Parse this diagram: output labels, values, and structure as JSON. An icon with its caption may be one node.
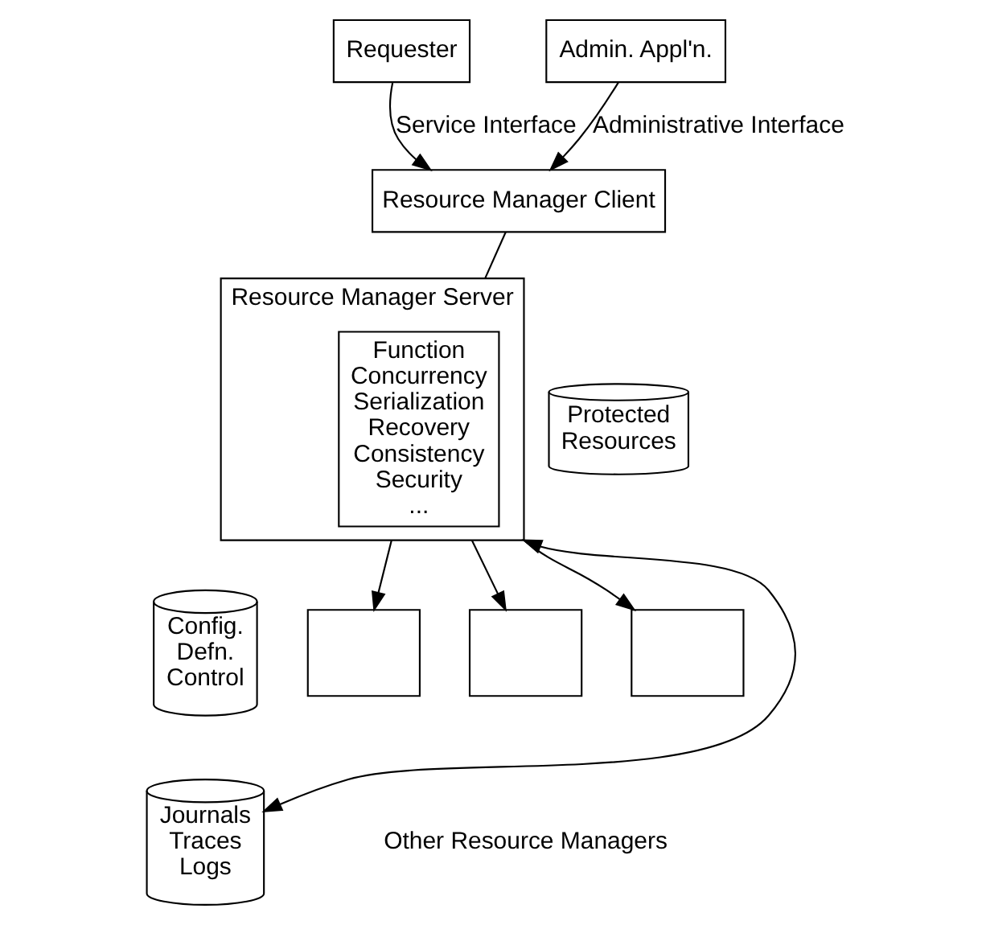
{
  "diagram": {
    "nodes": [
      {
        "text": [
          "Requester"
        ]
      },
      {
        "text": [
          "Admin. Appl'n."
        ]
      },
      {
        "text": [
          "Resource Manager Client"
        ]
      },
      {
        "text": [
          "Resource Manager Server"
        ]
      },
      {
        "text": [
          "Function Concurrency Serialization Recovery Consistency Security ..."
        ],
        "in": 3
      },
      {
        "text": [
          "Protected Resources"
        ]
      },
      {
        "text": [
          "Config. Defn. Control"
        ]
      },
      {
        "text": [
          "Journals Traces Logs"
        ]
      },
      {
        "text": [],
        "shape": "box"
      },
      {
        "text": [],
        "shape": "box"
      },
      {
        "text": [],
        "shape": "box"
      }
    ],
    "edges": [
      {
        "from": 0,
        "to": 2,
        "arrow": "to",
        "label": "Service Interface"
      },
      {
        "from": 1,
        "to": 2,
        "arrow": "to",
        "label": "Administrative Interface"
      },
      {
        "from": 2,
        "to": 3,
        "arrow": "none"
      },
      {
        "from": 7,
        "to": 3,
        "arrow": "both"
      },
      {
        "from": 3,
        "to": 8,
        "arrow": "to"
      },
      {
        "from": 3,
        "to": 9,
        "arrow": "to"
      },
      {
        "from": 3,
        "to": 10,
        "arrow": "to"
      }
    ],
    "labels": [
      "Other Resource Managers"
    ]
  }
}
